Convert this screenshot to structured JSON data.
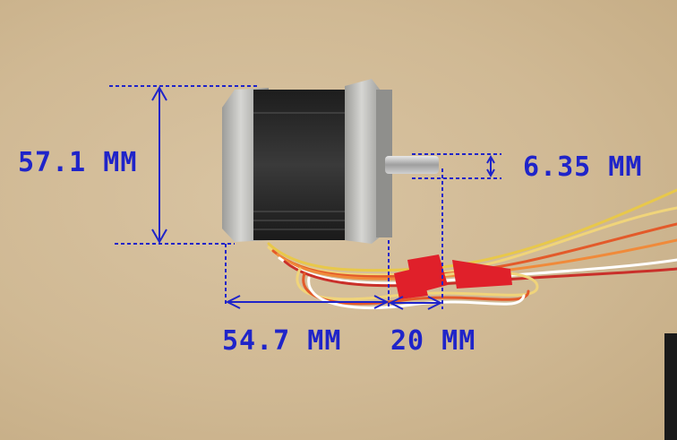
{
  "photo": {
    "subject": "stepper-motor",
    "colors": {
      "dimension": "#1f24c9",
      "background": "#d4bd98",
      "motor_body": "#2b2b2b",
      "motor_cap": "#b9b9b6",
      "wire_tape": "#e0202a"
    }
  },
  "dimensions": {
    "height": "57.1 MM",
    "shaft_diameter": "6.35 MM",
    "body_length": "54.7 MM",
    "shaft_length": "20 MM"
  }
}
